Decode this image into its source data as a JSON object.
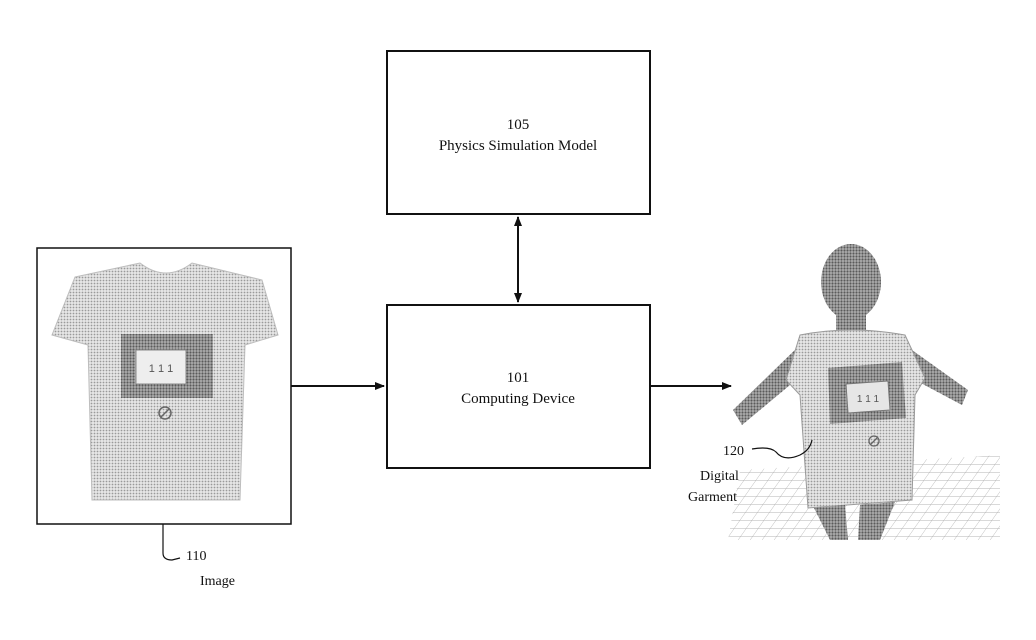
{
  "nodes": {
    "physics_model": {
      "ref": "105",
      "label": "Physics Simulation Model"
    },
    "computing_device": {
      "ref": "101",
      "label": "Computing Device"
    },
    "image": {
      "ref": "110",
      "label": "Image",
      "shirt_print": "1 1 1"
    },
    "digital_garment": {
      "ref": "120",
      "label_line1": "Digital",
      "label_line2": "Garment",
      "shirt_print": "1 1 1"
    }
  },
  "colors": {
    "line": "#111111",
    "shirt": "#c9c9c9",
    "mannequin": "#b3b3b3",
    "print_dark": "#3a3a3a",
    "grid": "#9a9a9a"
  }
}
